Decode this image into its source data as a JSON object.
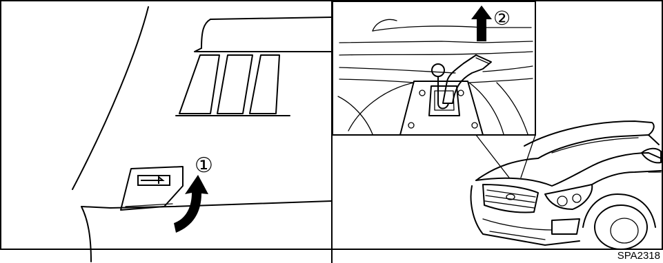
{
  "step_labels": {
    "step1": "①",
    "step2": "②"
  },
  "figure_code": "SPA2318",
  "icons": [
    "hood-release-lever-icon",
    "hood-safety-lever-icon",
    "arrow-up-icon",
    "curved-arrow-icon",
    "car-icon"
  ]
}
